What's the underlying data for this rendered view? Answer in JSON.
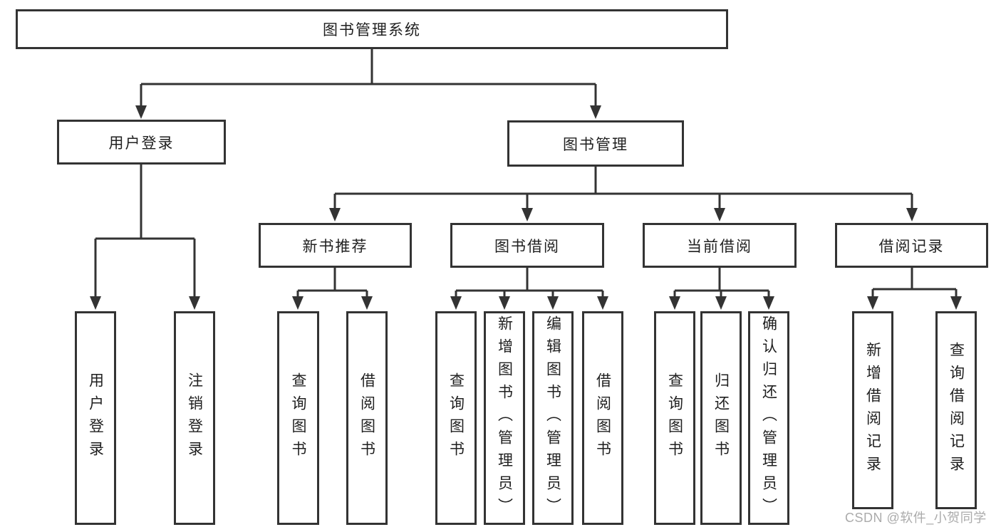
{
  "diagram": {
    "type": "tree",
    "title": "图书管理系统",
    "line_color": "#333333",
    "text_color": "#1f1f1f",
    "background_color": "#ffffff"
  },
  "nodes": {
    "root": {
      "label": "图书管理系统",
      "parent": null
    },
    "user_login": {
      "label": "用户登录",
      "parent": "root"
    },
    "book_management": {
      "label": "图书管理",
      "parent": "root"
    },
    "new_book_recommend": {
      "label": "新书推荐",
      "parent": "book_management"
    },
    "book_borrowing": {
      "label": "图书借阅",
      "parent": "book_management"
    },
    "current_borrowing": {
      "label": "当前借阅",
      "parent": "book_management"
    },
    "borrowing_records": {
      "label": "借阅记录",
      "parent": "book_management"
    },
    "user_login_action": {
      "label": "用户登录",
      "parent": "user_login"
    },
    "logout_action": {
      "label": "注销登录",
      "parent": "user_login"
    },
    "query_books_recommend": {
      "label": "查询图书",
      "parent": "new_book_recommend"
    },
    "borrow_books_recommend": {
      "label": "借阅图书",
      "parent": "new_book_recommend"
    },
    "query_books_borrowing": {
      "label": "查询图书",
      "parent": "book_borrowing"
    },
    "add_books_admin": {
      "label": "新增图书（管理员）",
      "parent": "book_borrowing"
    },
    "edit_books_admin": {
      "label": "编辑图书（管理员）",
      "parent": "book_borrowing"
    },
    "borrow_books": {
      "label": "借阅图书",
      "parent": "book_borrowing"
    },
    "query_books_current": {
      "label": "查询图书",
      "parent": "current_borrowing"
    },
    "return_books": {
      "label": "归还图书",
      "parent": "current_borrowing"
    },
    "confirm_return_admin": {
      "label": "确认归还（管理员）",
      "parent": "current_borrowing"
    },
    "add_borrow_record": {
      "label": "新增借阅记录",
      "parent": "borrowing_records"
    },
    "query_borrow_record": {
      "label": "查询借阅记录",
      "parent": "borrowing_records"
    }
  },
  "watermark": {
    "text": "CSDN @软件_小贺同学",
    "color": "#ababab"
  }
}
